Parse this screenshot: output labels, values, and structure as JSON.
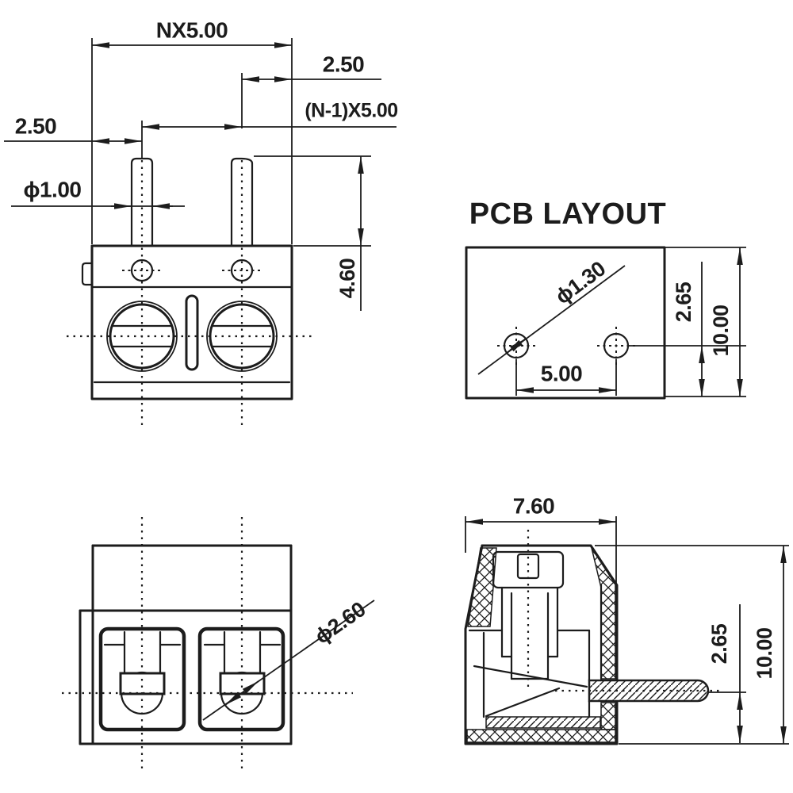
{
  "colors": {
    "ink": "#1c1c1c",
    "paper": "#ffffff"
  },
  "front_view": {
    "dim_total_pitch": "NX5.00",
    "dim_end_offset_right": "2.50",
    "dim_pin_pitch": "(N-1)X5.00",
    "dim_end_offset_left": "2.50",
    "dim_pin_diameter": "ϕ1.00",
    "dim_pin_length": "4.60"
  },
  "pcb_layout": {
    "title": "PCB LAYOUT",
    "dim_hole_diameter": "ϕ1.30",
    "dim_hole_pitch": "5.00",
    "dim_hole_edge_offset": "2.65",
    "dim_board_depth": "10.00"
  },
  "top_view": {
    "dim_wire_hole_diameter": "ϕ2.60"
  },
  "side_view": {
    "dim_body_depth": "7.60",
    "dim_pin_offset": "2.65",
    "dim_body_height": "10.00"
  }
}
